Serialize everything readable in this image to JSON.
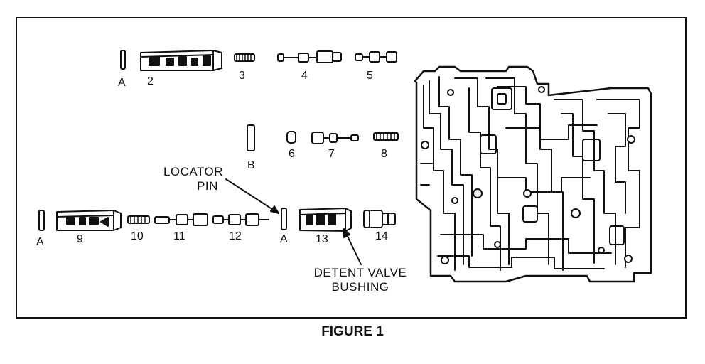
{
  "figure": {
    "title": "FIGURE 1",
    "labels": {
      "pin_a_top": "A",
      "p2": "2",
      "p3": "3",
      "p4": "4",
      "p5": "5",
      "pin_b": "B",
      "p6": "6",
      "p7": "7",
      "p8": "8",
      "pin_a_left": "A",
      "p9": "9",
      "p10": "10",
      "p11": "11",
      "p12": "12",
      "pin_a_mid": "A",
      "p13": "13",
      "p14": "14"
    },
    "callouts": {
      "locator_line1": "LOCATOR",
      "locator_line2": "PIN",
      "detent_line1": "DETENT VALVE",
      "detent_line2": "BUSHING"
    }
  }
}
